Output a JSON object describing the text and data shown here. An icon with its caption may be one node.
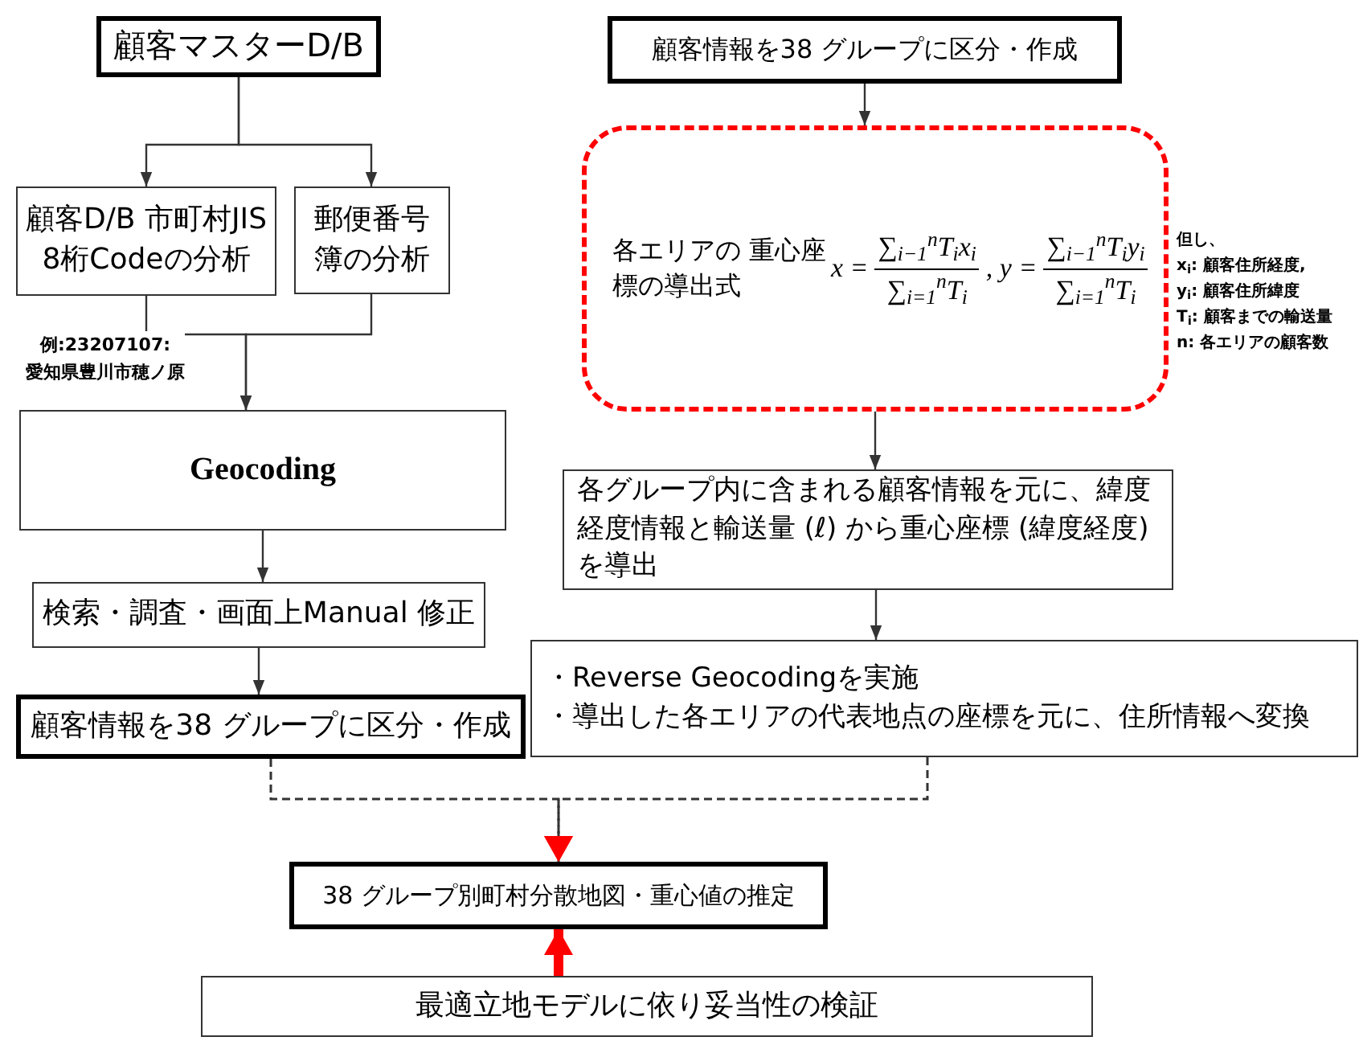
{
  "diagram": {
    "nodes": [
      {
        "text": [
          "顧客マスターD/B"
        ]
      },
      {
        "text": [
          "顧客D/B 市町村JIS 8桁Codeの分析"
        ]
      },
      {
        "text": [
          "郵便番号簿の分析"
        ]
      },
      {
        "text": [
          "Geocoding"
        ]
      },
      {
        "text": [
          "検索・調査・画面上Manual 修正"
        ]
      },
      {
        "text": [
          "顧客情報を38 グループに区分・作成"
        ]
      },
      {
        "text": [
          "顧客情報を38 グループに区分・作成"
        ]
      },
      {
        "text": [
          "各エリアの 重心座標の導出式",
          "x =",
          "∑$_{i−1}$$^{n}$T$_{i}$x$_{i}$",
          "∑$_{i=1}$$^{n}$T$_{i}$",
          ", y =",
          "∑$_{i−1}$$^{n}$T$_{i}$y$_{i}$",
          "∑$_{i=1}$$^{n}$T$_{i}$"
        ],
        "beside": [
          "但し、",
          "x$_{i}$: 顧客住所経度,",
          "y$_{i}$: 顧客住所緯度",
          "T$_{i}$: 顧客までの輸送量",
          "n: 各エリアの顧客数"
        ]
      },
      {
        "text": [
          "各グループ内に含まれる顧客情報を元に、緯度経度情報と輸送量 (ℓ) から重心座標 (緯度経度) を導出"
        ]
      },
      {
        "text": [
          "・Reverse Geocodingを実施",
          "・導出した各エリアの代表地点の座標を元に、住所情報へ変換"
        ]
      },
      {
        "text": [
          "38 グループ別町村分散地図・重心値の推定"
        ]
      },
      {
        "text": [
          "最適立地モデルに依り妥当性の検証"
        ]
      }
    ],
    "edges": [
      {
        "from": 0,
        "to": 1,
        "arrow": "to"
      },
      {
        "from": 0,
        "to": 2,
        "arrow": "to"
      },
      {
        "from": 1,
        "to": 3,
        "arrow": "to"
      },
      {
        "from": 2,
        "to": 3,
        "arrow": "to"
      },
      {
        "from": 3,
        "to": 4,
        "arrow": "to"
      },
      {
        "from": 4,
        "to": 5,
        "arrow": "to"
      },
      {
        "from": 6,
        "to": 7,
        "arrow": "to"
      },
      {
        "from": 7,
        "to": 8,
        "arrow": "to"
      },
      {
        "from": 8,
        "to": 9,
        "arrow": "to"
      },
      {
        "from": 5,
        "to": 10,
        "arrow": "to",
        "style": "dashed"
      },
      {
        "from": 9,
        "to": 10,
        "arrow": "to",
        "style": "dashed"
      },
      {
        "from": 11,
        "to": 10,
        "arrow": "to",
        "style": "thick",
        "color": "#ff0000"
      }
    ],
    "labels": [
      "例:23207107:",
      "愛知県豊川市穂ノ原"
    ]
  }
}
